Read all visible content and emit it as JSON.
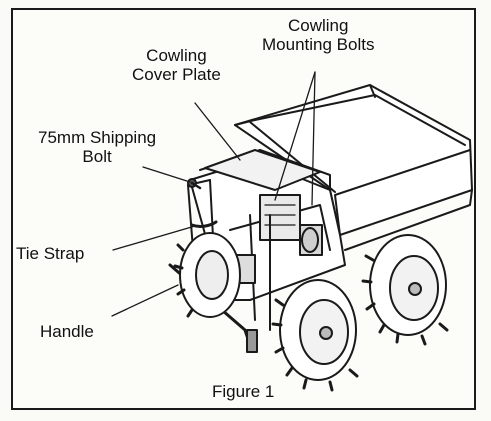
{
  "labels": {
    "cowling_cover_plate": [
      "Cowling",
      "Cover Plate"
    ],
    "cowling_mounting_bolts": [
      "Cowling",
      "Mounting Bolts"
    ],
    "shipping_bolt": [
      "75mm Shipping",
      "Bolt"
    ],
    "tie_strap": "Tie Strap",
    "handle": "Handle"
  },
  "caption": "Figure 1"
}
